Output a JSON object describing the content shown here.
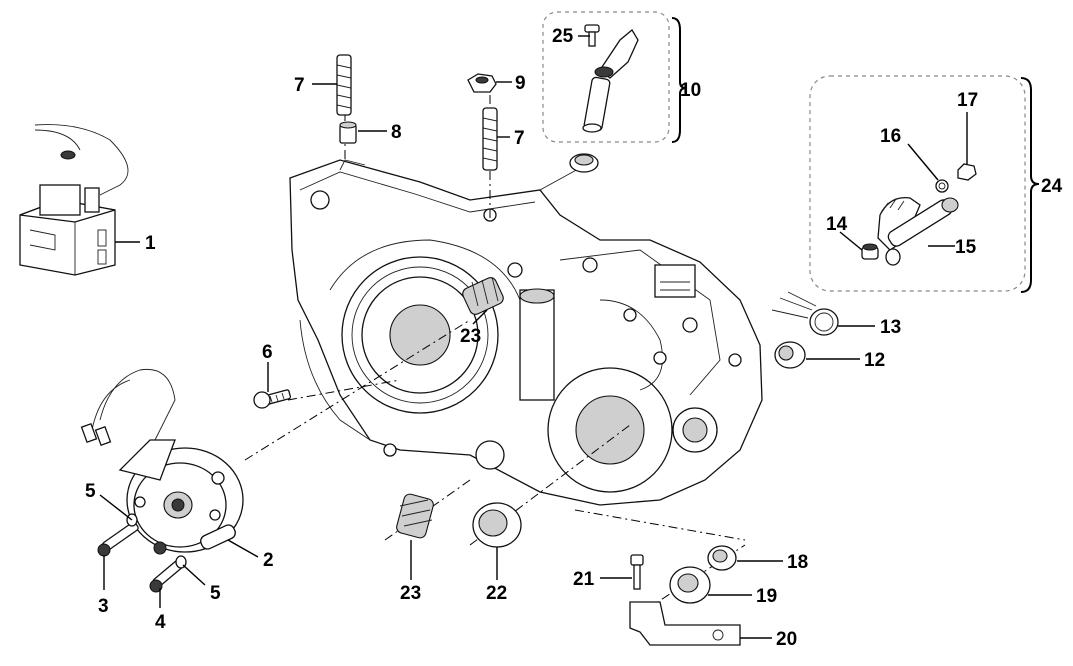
{
  "diagram": {
    "part_labels": [
      "1",
      "2",
      "3",
      "4",
      "5",
      "5",
      "6",
      "7",
      "7",
      "8",
      "9",
      "10",
      "12",
      "13",
      "14",
      "15",
      "16",
      "17",
      "18",
      "19",
      "20",
      "21",
      "22",
      "23",
      "23",
      "24",
      "25"
    ]
  }
}
